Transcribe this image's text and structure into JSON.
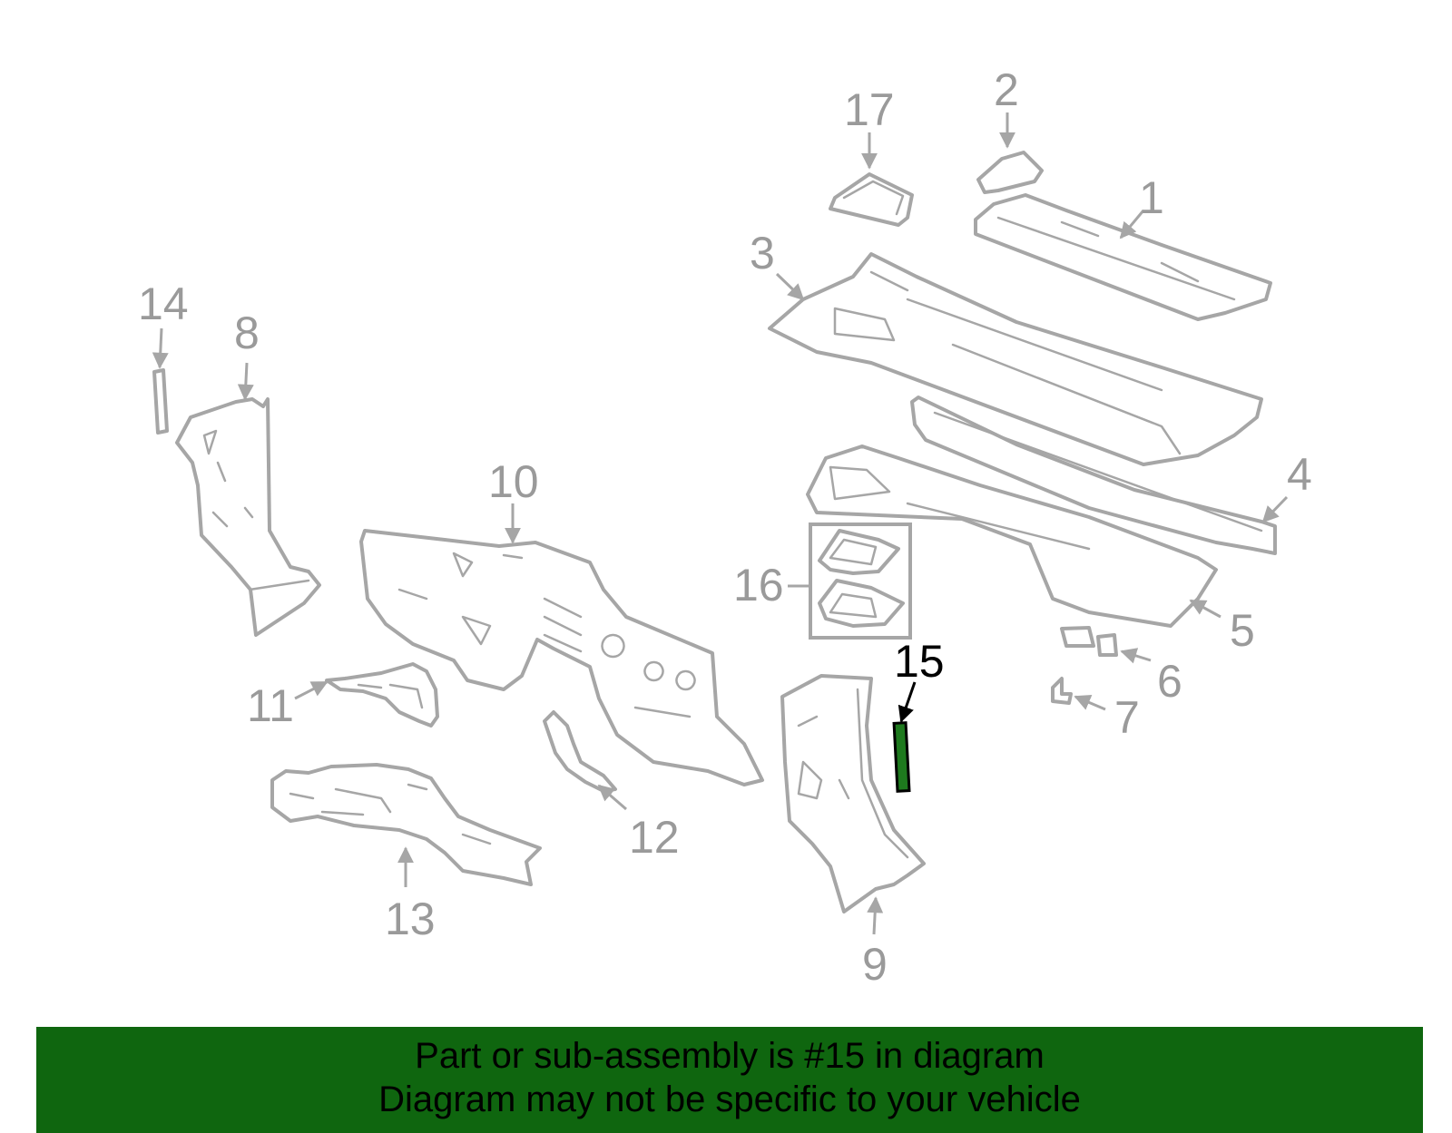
{
  "callouts": {
    "c1": "1",
    "c2": "2",
    "c3": "3",
    "c4": "4",
    "c5": "5",
    "c6": "6",
    "c7": "7",
    "c8": "8",
    "c9": "9",
    "c10": "10",
    "c11": "11",
    "c12": "12",
    "c13": "13",
    "c14": "14",
    "c15": "15",
    "c16": "16",
    "c17": "17"
  },
  "highlighted_part": "15",
  "colors": {
    "highlight_fill": "#1e7a1e",
    "banner_bg": "#0f660f",
    "part_outline": "#a6a6a6"
  },
  "banner": {
    "line1": "Part or sub-assembly is #15 in diagram",
    "line2": "Diagram may not be specific to your vehicle"
  }
}
